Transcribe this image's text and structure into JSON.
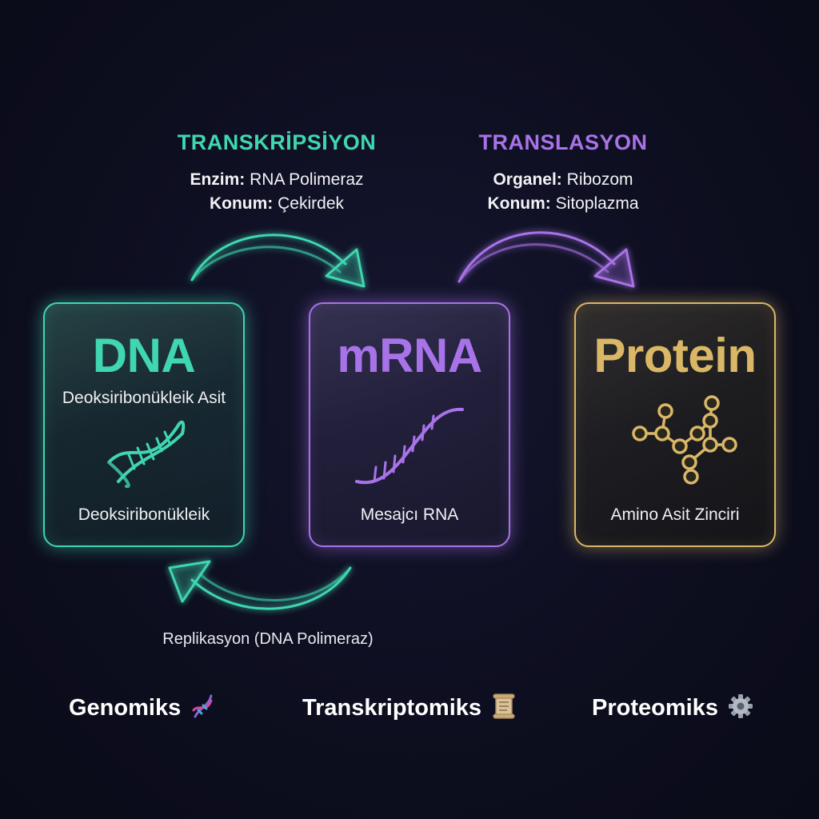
{
  "processes": {
    "transcription": {
      "title": "TRANSKRİPSİYON",
      "line1_key": "Enzim:",
      "line1_value": "RNA Polimeraz",
      "line2_key": "Konum:",
      "line2_value": "Çekirdek"
    },
    "translation": {
      "title": "TRANSLASYON",
      "line1_key": "Organel:",
      "line1_value": "Ribozom",
      "line2_key": "Konum:",
      "line2_value": "Sitoplazma"
    },
    "replication": {
      "label": "Replikasyon (DNA Polimeraz)"
    }
  },
  "cards": {
    "dna": {
      "title": "DNA",
      "subtitle": "Deoksiribonükleik Asit",
      "caption": "Deoksiribonükleik",
      "icon": "dna-helix-icon"
    },
    "mrna": {
      "title": "mRNA",
      "caption": "Mesajcı RNA",
      "icon": "rna-strand-icon"
    },
    "protein": {
      "title": "Protein",
      "caption": "Amino Asit Zinciri",
      "icon": "amino-acid-chain-icon"
    }
  },
  "footer": {
    "genomics": {
      "label": "Genomiks",
      "icon": "dna-emoji-icon"
    },
    "transcriptomics": {
      "label": "Transkriptomiks",
      "icon": "scroll-emoji-icon"
    },
    "proteomics": {
      "label": "Proteomiks",
      "icon": "gear-emoji-icon"
    }
  },
  "colors": {
    "dna": "#3fd6b0",
    "mrna": "#a873e8",
    "protein": "#d9b766",
    "background": "#0d0e1f"
  }
}
